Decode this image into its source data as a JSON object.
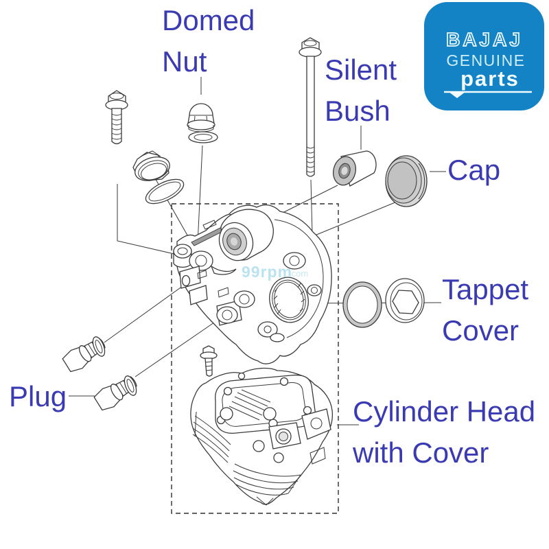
{
  "logo": {
    "brand": "BAJAJ",
    "line2": "GENUINE",
    "line3": "parts",
    "bg_color": "#1383c5",
    "text_color": "#eef9fc"
  },
  "watermark": {
    "text": "99rpm",
    "suffix": ".com",
    "color": "#aadcec"
  },
  "labels": {
    "color": "#3a3ab3",
    "domed_nut": {
      "line1": "Domed",
      "line2": "Nut"
    },
    "silent_bush": {
      "line1": "Silent",
      "line2": "Bush"
    },
    "cap": {
      "text": "Cap"
    },
    "tappet_cover": {
      "line1": "Tappet",
      "line2": "Cover"
    },
    "plug": {
      "text": "Plug"
    },
    "cylinder_head": {
      "line1": "Cylinder Head",
      "line2": "with Cover"
    }
  }
}
